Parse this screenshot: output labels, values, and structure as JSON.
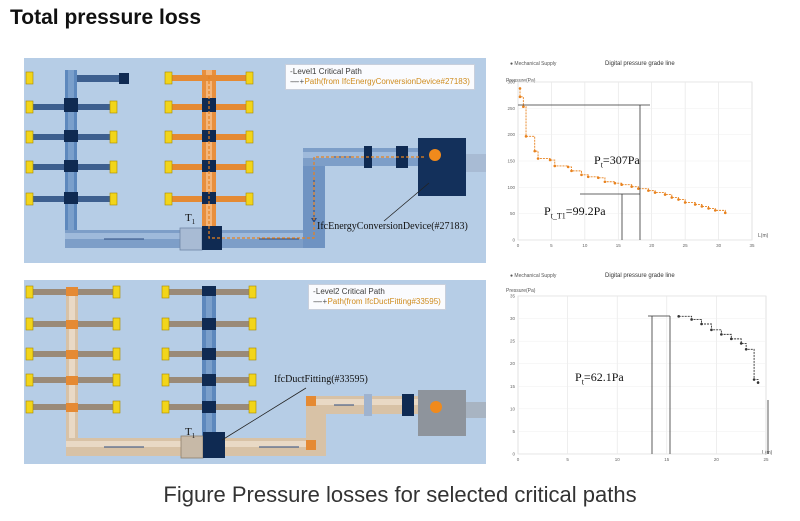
{
  "slide": {
    "title": "Total pressure loss",
    "caption": "Figure  Pressure losses for selected critical paths"
  },
  "diagram1": {
    "legend_line1": "Level1 Critical Path",
    "legend_line2": "Path(from IfcEnergyConversionDevice#27183)",
    "label_t": "T",
    "label_t_sub": "1",
    "device_label": "IfcEnergyConversionDevice(#27183)"
  },
  "diagram2": {
    "legend_line1": "Level2 Critical Path",
    "legend_line2": "Path(from IfcDuctFitting#33595)",
    "label_t": "T",
    "label_t_sub": "1",
    "fitting_label": "IfcDuctFitting(#33595)"
  },
  "colors": {
    "panel_bg": "#b6cde6",
    "duct_blue": "#4e7eb8",
    "duct_orange": "#e58a33",
    "duct_grey": "#9fb3cf",
    "duct_light": "#d9c8b4",
    "terminal": "#f2d51a",
    "device": "#14305c",
    "device_dot": "#f08a1c",
    "critical_line": "#e8821e"
  },
  "chart_data": [
    {
      "type": "line",
      "title": "Digital pressure grade line",
      "legend": "Mechanical Supply",
      "ylabel": "Pressure(Pa)",
      "xlabel": "L(m)",
      "ytick_labels": [
        "300",
        "250",
        "200",
        "150",
        "100",
        "50",
        "0"
      ],
      "xtick_labels": [
        "0",
        "5",
        "10",
        "15",
        "20",
        "25",
        "30",
        "35"
      ],
      "annotation_total": "P",
      "annotation_total_sub": "t",
      "annotation_total_value": "=307Pa",
      "annotation_tt": "P",
      "annotation_tt_sub": "t_T1",
      "annotation_tt_value": "=99.2Pa",
      "xlim": [
        0,
        35
      ],
      "ylim": [
        0,
        320
      ],
      "series": [
        {
          "x": [
            0.3,
            0.3,
            0.8,
            1.2,
            2.5,
            3.0,
            4.8,
            5.5,
            7.5,
            8.0,
            9.5,
            10.5,
            12.0,
            13.0,
            14.5,
            15.5,
            17.0,
            18.0,
            19.5,
            20.5,
            22.0,
            23.0,
            24.0,
            25.0,
            26.5,
            27.5,
            28.5,
            29.5,
            31.0
          ],
          "y": [
            307,
            290,
            270,
            210,
            180,
            165,
            162,
            150,
            148,
            140,
            132,
            128,
            126,
            118,
            115,
            112,
            108,
            104,
            100,
            96,
            92,
            86,
            82,
            76,
            72,
            68,
            64,
            60,
            55
          ]
        }
      ]
    },
    {
      "type": "line",
      "title": "Digital pressure grade line",
      "legend": "Mechanical Supply",
      "ylabel": "Pressure(Pa)",
      "xlabel": "L(m)",
      "ytick_labels": [
        "35",
        "30",
        "25",
        "20",
        "15",
        "10",
        "5",
        "0"
      ],
      "xtick_labels": [
        "0",
        "5",
        "10",
        "15",
        "20",
        "25"
      ],
      "annotation_total": "P",
      "annotation_total_sub": "t",
      "annotation_total_value": "=62.1Pa",
      "xlim": [
        0,
        25
      ],
      "ylim": [
        0,
        35
      ],
      "series": [
        {
          "x": [
            16.2,
            17.5,
            18.5,
            19.5,
            20.5,
            21.5,
            22.5,
            23.0,
            23.8,
            24.2
          ],
          "y": [
            30.5,
            29.8,
            28.8,
            27.5,
            26.5,
            25.5,
            24.5,
            23.2,
            16.5,
            15.8
          ]
        }
      ]
    }
  ]
}
